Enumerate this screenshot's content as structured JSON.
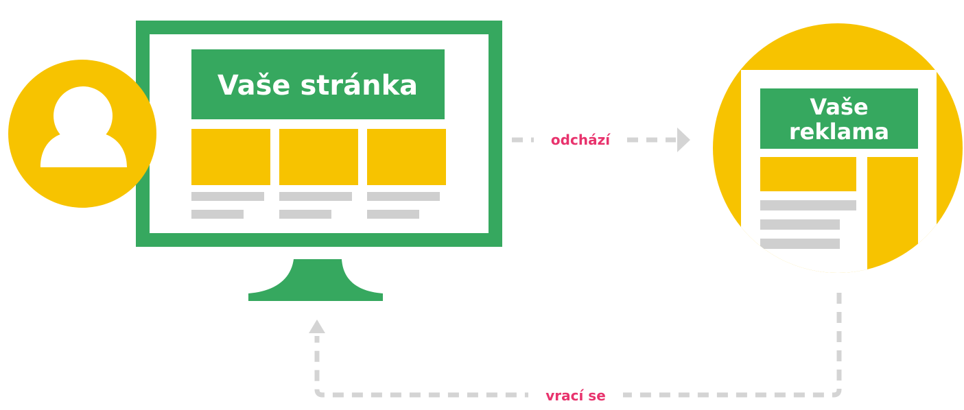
{
  "monitor": {
    "header_text": "Vaše stránka"
  },
  "ad_page": {
    "header_line1": "Vaše",
    "header_line2": "reklama"
  },
  "arrows": {
    "leave_label": "odchází",
    "return_label": "vrací se"
  },
  "colors": {
    "green": "#36a85f",
    "yellow": "#f7c300",
    "gray": "#cfcfcf",
    "dash": "#d4d4d4",
    "pink": "#e8336d",
    "white": "#ffffff"
  },
  "icons": {
    "user": "user-icon",
    "monitor": "monitor-icon",
    "ad": "ad-page-icon"
  }
}
